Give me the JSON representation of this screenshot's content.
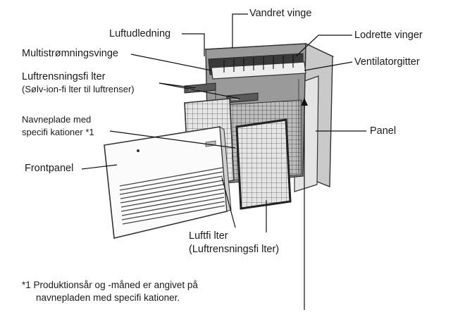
{
  "labels": {
    "vandret_vinge": "Vandret vinge",
    "luftudledning": "Luftudledning",
    "lodrette_vinger": "Lodrette vinger",
    "multistromningsvinge": "Multistrømningsvinge",
    "ventilatorgitter": "Ventilatorgitter",
    "luftrensningsfilter_line1": "Luftrensningsfi lter",
    "luftrensningsfilter_line2": "(Sølv-ion-fi lter til luftrenser)",
    "navneplade_line1": "Navneplade med",
    "navneplade_line2": "specifi kationer *1",
    "panel": "Panel",
    "frontpanel": "Frontpanel",
    "luftfilter_line1": "Luftfi lter",
    "luftfilter_line2": "(Luftrensningsfi lter)"
  },
  "footnote": {
    "line1": "*1  Produktionsår og -måned er angivet på",
    "line2": "navnepladen med specifi kationer."
  }
}
